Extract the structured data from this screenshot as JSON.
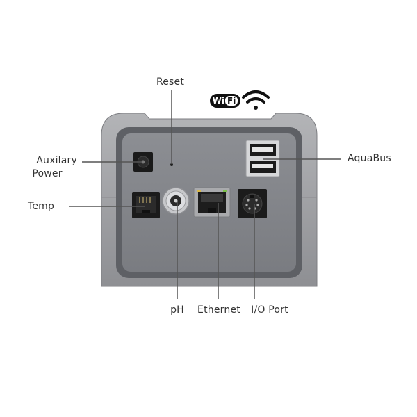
{
  "labels": {
    "reset": "Reset",
    "auxiliary_line1": "Auxilary",
    "auxiliary_line2": "Power",
    "temp": "Temp",
    "aquabus": "AquaBus",
    "ph": "pH",
    "ethernet": "Ethernet",
    "io_port": "I/O Port"
  },
  "wifi": {
    "wi": "Wi",
    "fi": "Fi"
  },
  "colors": {
    "housing": "#9a9b9e",
    "panel": "#7f8186",
    "line": "#555555"
  }
}
